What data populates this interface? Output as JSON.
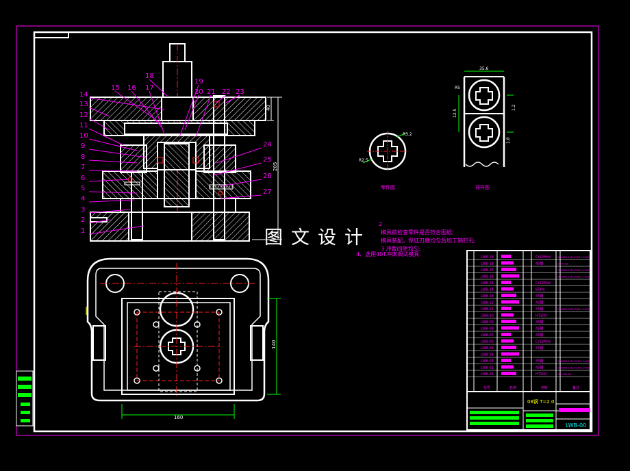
{
  "watermark": "图文设计",
  "part_numbers_left": [
    "1",
    "2",
    "3",
    "4",
    "5",
    "6",
    "7",
    "8",
    "9",
    "10",
    "11",
    "12",
    "13",
    "14"
  ],
  "part_numbers_top": [
    "15",
    "16",
    "17",
    "18",
    "19",
    "20",
    "21",
    "22",
    "23"
  ],
  "part_numbers_right": [
    "24",
    "25",
    "26",
    "27"
  ],
  "views": {
    "part_label": "零件图",
    "layout_label": "排样图"
  },
  "dimensions": {
    "height_total": "205",
    "height_top": "40",
    "width_bottom": "160",
    "height_side": "140",
    "strip_width": "35.6",
    "strip_pitch": "12.5",
    "layout_gap1": "1.2",
    "layout_gap2": "1.8",
    "part_d1": "R3.2",
    "part_d2": "R2.5",
    "layout_r": "R5"
  },
  "notes": [
    "模具前检查零件是否符合图纸;",
    "模具装配，保证刃磨均匀后加工销钉孔;",
    "3.冲裁间隙均匀;",
    "4、选用40T冲床调试模具."
  ],
  "notes_marker": "2",
  "bom": {
    "codes": [
      "LWB-19",
      "LWB-18",
      "LWB-17",
      "LWB-16",
      "LWB-15",
      "LWB-14",
      "LWB-13",
      "LWB-12",
      "LWB-11",
      "LWB-10",
      "LWB-09",
      "LWB-08",
      "LWB-07",
      "LWB-06",
      "LWB-05",
      "LWB-04",
      "LWB-03",
      "LWB-02",
      "LWB-01"
    ],
    "materials": [
      "Cr12MoV",
      "45钢",
      "",
      "",
      "Cr12MoV",
      "65Mn",
      "45钢",
      "45钢",
      "45钢",
      "HT200",
      "45钢",
      "45钢",
      "45钢",
      "Cr12MoV",
      "45钢",
      "",
      "45钢",
      "45钢",
      "HT200"
    ],
    "standards": [
      "GB2861.1-81/T9812-2002",
      "GB70-85",
      "GB2861.2-81/T9812-2002",
      "GB2861.2-81/T9812-2002",
      "",
      "",
      "",
      "",
      "GB2861.5-81/T9812-2002",
      "",
      "",
      "",
      "",
      "",
      "",
      "",
      "GB2856.1-81/T2851-2008",
      "GB2856.2-81/T2852-2008",
      "GB5782-86"
    ],
    "headers": [
      "代号",
      "名称",
      "材料",
      "备注"
    ]
  },
  "title_block": {
    "material_spec": "08钢 T=2.0",
    "drawing_no": "LWB-00"
  },
  "colors": {
    "background": "#000000",
    "frame": "#ffffff",
    "magenta": "#ff00ff",
    "red": "#ff2020",
    "green": "#00ff00",
    "cyan": "#00ffff",
    "yellow": "#ffff00",
    "hatch": "#ffffff"
  }
}
